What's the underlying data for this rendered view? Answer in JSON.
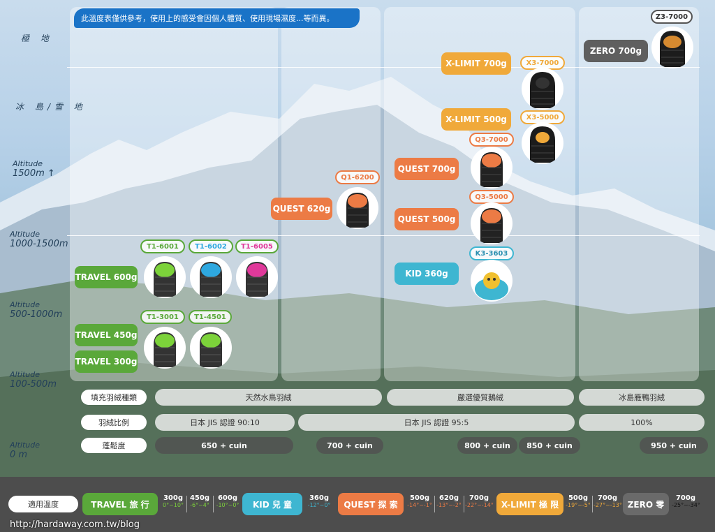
{
  "note": "此溫度表僅供參考，使用上的感受會因個人體質、使用現場濕度...等而異。",
  "zones": {
    "polar": "極 地",
    "iceland": "冰 島/雪 地"
  },
  "altitudes": [
    {
      "small": "Altitude",
      "large": "1500m ↑"
    },
    {
      "small": "Altitude",
      "large": "1000-1500m"
    },
    {
      "small": "Altitude",
      "large": "500-1000m"
    },
    {
      "small": "Altitude",
      "large": "100-500m"
    },
    {
      "small": "Altitude",
      "large": "0 m"
    }
  ],
  "products": {
    "travel600": "TRAVEL 600g",
    "travel450": "TRAVEL 450g",
    "travel300": "TRAVEL 300g",
    "quest620": "QUEST 620g",
    "quest700": "QUEST 700g",
    "quest500": "QUEST 500g",
    "kid360": "KID 360g",
    "xlimit700": "X-LIMIT 700g",
    "xlimit500": "X-LIMIT 500g",
    "zero700": "ZERO 700g"
  },
  "codes": {
    "t1_6001": "T1-6001",
    "t1_6002": "T1-6002",
    "t1_6005": "T1-6005",
    "t1_3001": "T1-3001",
    "t1_4501": "T1-4501",
    "q1_6200": "Q1-6200",
    "q3_7000": "Q3-7000",
    "q3_5000": "Q3-5000",
    "k3_3603": "K3-3603",
    "x3_7000": "X3-7000",
    "x3_5000": "X3-5000",
    "z3_7000": "Z3-7000"
  },
  "spec_rows": {
    "fill_type_label": "填充羽絨種類",
    "ratio_label": "羽絨比例",
    "loft_label": "蓬鬆度",
    "fill_types": [
      "天然水鳥羽絨",
      "嚴選優質鵝絨",
      "冰島雁鴨羽絨"
    ],
    "ratios": [
      "日本 JIS 認證 90:10",
      "日本 JIS 認證 95:5",
      "100%"
    ],
    "lofts": [
      "650 + cuin",
      "700 + cuin",
      "800 + cuin",
      "850 + cuin",
      "950 + cuin"
    ]
  },
  "legend": {
    "label": "適用溫度",
    "travel": "TRAVEL 旅 行",
    "kid": "KID 兒 童",
    "quest": "QUEST 探 索",
    "xlimit": "X-LIMIT 極 限",
    "zero": "ZERO 零",
    "travel_temps": [
      {
        "w": "300g",
        "t": "0°~10°"
      },
      {
        "w": "450g",
        "t": "-6°~4°"
      },
      {
        "w": "600g",
        "t": "-10°~0°"
      }
    ],
    "kid_temps": [
      {
        "w": "360g",
        "t": "-12°~0°"
      }
    ],
    "quest_temps": [
      {
        "w": "500g",
        "t": "-14°~-1°"
      },
      {
        "w": "620g",
        "t": "-13°~-2°"
      },
      {
        "w": "700g",
        "t": "-22°~-14°"
      }
    ],
    "xlimit_temps": [
      {
        "w": "500g",
        "t": "-19°~-5°"
      },
      {
        "w": "700g",
        "t": "-27°~-13°"
      }
    ],
    "zero_temps": [
      {
        "w": "700g",
        "t": "-25°~-34°"
      }
    ]
  },
  "colors": {
    "travel": "#5aa83a",
    "quest": "#ec7b45",
    "xlimit": "#f0a93a",
    "kid": "#3eb6d1",
    "zero": "#5f5f5f",
    "t1_6001": "#7cd23a",
    "t1_6002": "#2ea8e0",
    "t1_6005": "#e0399a"
  },
  "url": "http://hardaway.com.tw/blog"
}
